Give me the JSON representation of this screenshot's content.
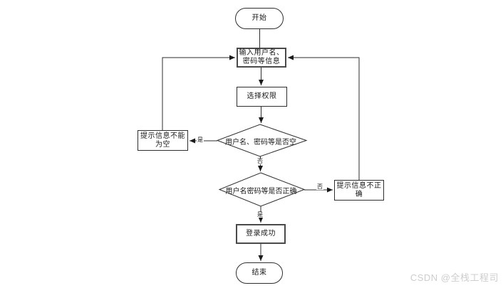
{
  "flowchart": {
    "nodes": {
      "start": "开始",
      "input": {
        "line1": "输入用户名、",
        "line2": "密码等信息"
      },
      "select_permission": "选择权限",
      "check_empty": "用户名、密码等是否空",
      "prompt_empty": {
        "line1": "提示信息不能",
        "line2": "为空"
      },
      "check_correct": "用户名密码等是否正确",
      "prompt_incorrect": {
        "line1": "提示信息不正",
        "line2": "确"
      },
      "login_success": "登录成功",
      "end": "结束"
    },
    "edge_labels": {
      "empty_yes": "是",
      "empty_no": "否",
      "correct_no": "否",
      "correct_yes": "是"
    },
    "colors": {
      "line": "#2e2e2e",
      "node_fill": "#ffffff",
      "text": "#1a1a1a",
      "watermark": "#cdcdcd"
    }
  },
  "watermark": {
    "text": "CSDN @全栈工程司"
  }
}
